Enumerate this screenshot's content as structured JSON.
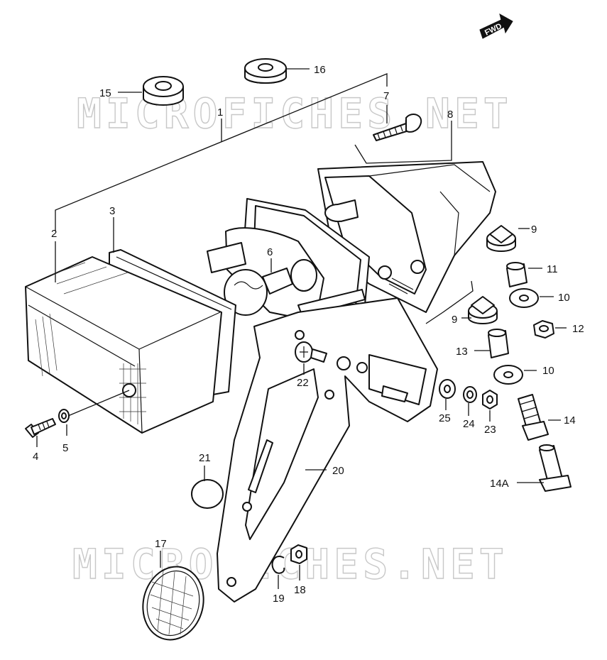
{
  "watermark": "MICROFICHES.NET",
  "direction_badge": "FWD",
  "callouts": {
    "c1": "1",
    "c2": "2",
    "c3": "3",
    "c4": "4",
    "c5": "5",
    "c6": "6",
    "c7": "7",
    "c8": "8",
    "c9a": "9",
    "c9b": "9",
    "c10a": "10",
    "c10b": "10",
    "c11": "11",
    "c12": "12",
    "c13": "13",
    "c14": "14",
    "c14a": "14A",
    "c15": "15",
    "c16": "16",
    "c17": "17",
    "c18": "18",
    "c19": "19",
    "c20": "20",
    "c21": "21",
    "c22": "22",
    "c23": "23",
    "c24": "24",
    "c25": "25"
  }
}
